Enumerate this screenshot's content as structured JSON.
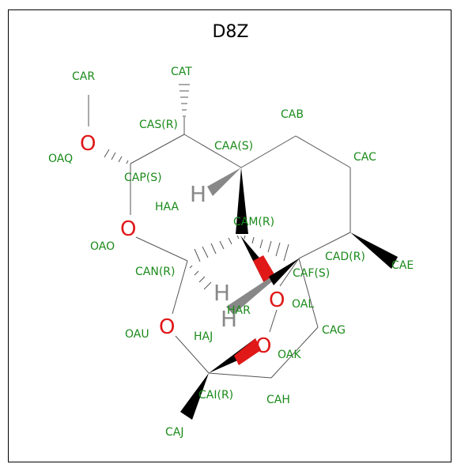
{
  "title": "D8Z",
  "atom_labels": {
    "CAR": "CAR",
    "CAT": "CAT",
    "CAS": "CAS(R)",
    "CAB": "CAB",
    "CAA": "CAA(S)",
    "CAC": "CAC",
    "OAQ": "OAQ",
    "CAP": "CAP(S)",
    "HAA": "HAA",
    "CAM": "CAM(R)",
    "OAO": "OAO",
    "CAD": "CAD(R)",
    "CAE": "CAE",
    "CAN": "CAN(R)",
    "CAF": "CAF(S)",
    "OAL": "OAL",
    "HAR": "HAR",
    "OAU": "OAU",
    "HAJ": "HAJ",
    "CAG": "CAG",
    "OAK": "OAK",
    "CAI": "CAI(R)",
    "CAH": "CAH",
    "CAJ": "CAJ"
  },
  "oxygen_symbol": "O",
  "hydrogen_symbol": "H",
  "colors": {
    "carbon_label": "#1a8a1a",
    "oxygen": "#e01818",
    "hydrogen": "#888888",
    "bond": "#555555",
    "wedge": "#000000"
  }
}
